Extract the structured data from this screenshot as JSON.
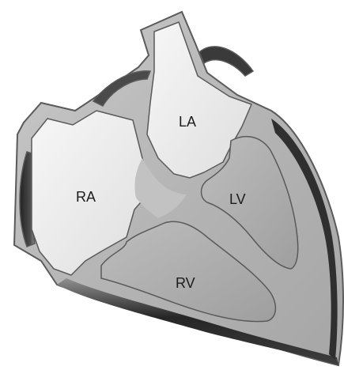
{
  "labels": {
    "la": "LA",
    "ra": "RA",
    "lv": "LV",
    "rv": "RV"
  },
  "colors": {
    "background": "#ffffff",
    "outline": "#555555",
    "chamber_fill": "#ececec",
    "wall_fill": "#b5b5b5",
    "shadow_dark": "#2e2e2e",
    "shadow_light": "#9a9a9a",
    "text": "#1c1c1c"
  }
}
